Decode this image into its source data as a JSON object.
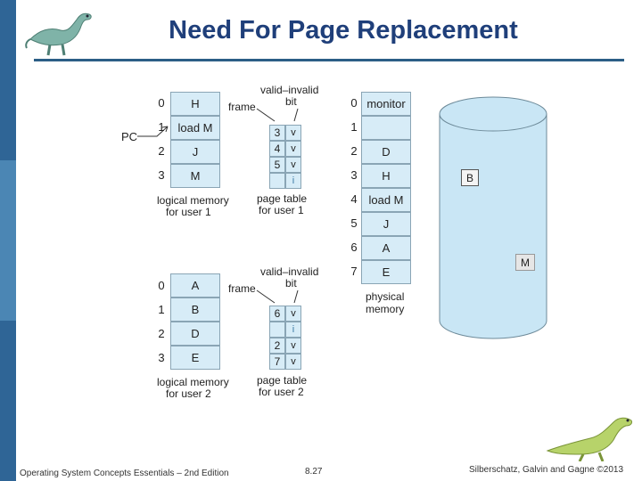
{
  "slide": {
    "title": "Need For Page Replacement",
    "footer_left": "Operating System Concepts Essentials – 2nd Edition",
    "footer_center": "8.27",
    "footer_right": "Silberschatz, Galvin and Gagne ©2013",
    "colors": {
      "title": "#1f3f7a",
      "sidebar": "#2f6596",
      "cell_fill": "#d7ecf7",
      "disk_fill": "#c9e6f5"
    }
  },
  "user1": {
    "indices": [
      "0",
      "1",
      "2",
      "3"
    ],
    "pages": [
      "H",
      "load M",
      "J",
      "M"
    ],
    "pc_label": "PC",
    "memory_caption": [
      "logical memory",
      "for user 1"
    ],
    "frame_label": "frame",
    "valid_label": [
      "valid–invalid",
      "bit"
    ],
    "page_table": [
      {
        "frame": "3",
        "bit": "v"
      },
      {
        "frame": "4",
        "bit": "v"
      },
      {
        "frame": "5",
        "bit": "v"
      },
      {
        "frame": "",
        "bit": "i"
      }
    ],
    "table_caption": [
      "page table",
      "for user 1"
    ]
  },
  "user2": {
    "indices": [
      "0",
      "1",
      "2",
      "3"
    ],
    "pages": [
      "A",
      "B",
      "D",
      "E"
    ],
    "memory_caption": [
      "logical memory",
      "for user 2"
    ],
    "frame_label": "frame",
    "valid_label": [
      "valid–invalid",
      "bit"
    ],
    "page_table": [
      {
        "frame": "6",
        "bit": "v"
      },
      {
        "frame": "",
        "bit": "i"
      },
      {
        "frame": "2",
        "bit": "v"
      },
      {
        "frame": "7",
        "bit": "v"
      }
    ],
    "table_caption": [
      "page table",
      "for user 2"
    ]
  },
  "physical": {
    "indices": [
      "0",
      "1",
      "2",
      "3",
      "4",
      "5",
      "6",
      "7"
    ],
    "frames": [
      "monitor",
      "",
      "D",
      "H",
      "load M",
      "J",
      "A",
      "E"
    ],
    "caption": [
      "physical",
      "memory"
    ]
  },
  "disk": {
    "items": [
      "B",
      "M"
    ]
  }
}
